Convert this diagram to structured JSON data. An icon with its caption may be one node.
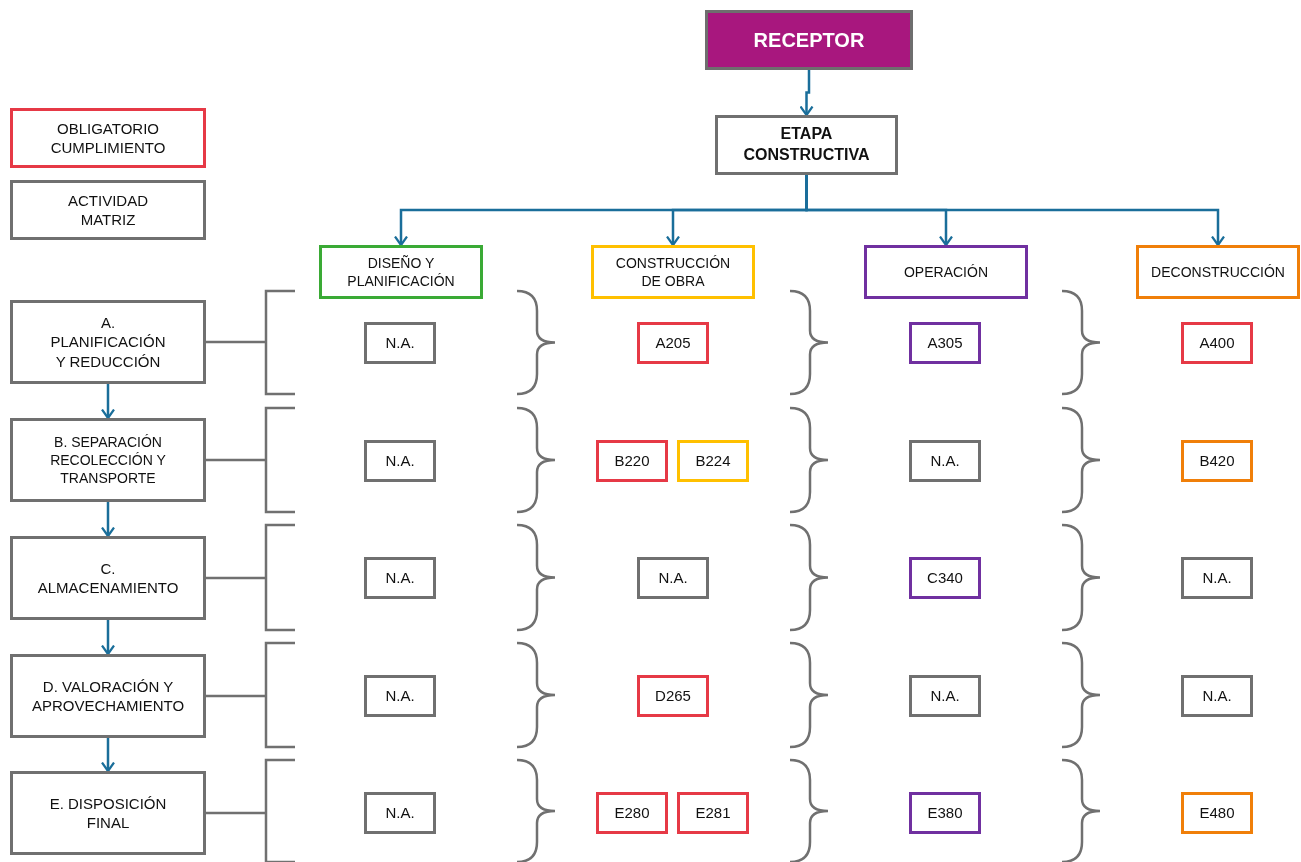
{
  "diagram": {
    "nodes": [
      {
        "text": [
          "RECEPTOR"
        ]
      },
      {
        "text": [
          "ETAPA CONSTRUCTIVA"
        ]
      },
      {
        "text": [
          "DISEÑO Y PLANIFICACIÓN"
        ]
      },
      {
        "text": [
          "CONSTRUCCIÓN DE OBRA"
        ]
      },
      {
        "text": [
          "OPERACIÓN"
        ]
      },
      {
        "text": [
          "DECONSTRUCCIÓN"
        ]
      },
      {
        "text": [
          "A. PLANIFICACIÓN Y REDUCCIÓN"
        ]
      },
      {
        "text": [
          "B. SEPARACIÓN RECOLECCIÓN Y TRANSPORTE"
        ]
      },
      {
        "text": [
          "C. ALMACENAMIENTO"
        ]
      },
      {
        "text": [
          "D. VALORACIÓN Y APROVECHAMIENTO"
        ]
      },
      {
        "text": [
          "E. DISPOSICIÓN FINAL"
        ]
      },
      {
        "text": [
          "N.A."
        ]
      },
      {
        "text": [
          "A205"
        ]
      },
      {
        "text": [
          "A305"
        ]
      },
      {
        "text": [
          "A400"
        ]
      },
      {
        "text": [
          "N.A."
        ]
      },
      {
        "text": [
          "B220"
        ]
      },
      {
        "text": [
          "B224"
        ]
      },
      {
        "text": [
          "N.A."
        ]
      },
      {
        "text": [
          "B420"
        ]
      },
      {
        "text": [
          "N.A."
        ]
      },
      {
        "text": [
          "N.A."
        ]
      },
      {
        "text": [
          "C340"
        ]
      },
      {
        "text": [
          "N.A."
        ]
      },
      {
        "text": [
          "N.A."
        ]
      },
      {
        "text": [
          "D265"
        ]
      },
      {
        "text": [
          "N.A."
        ]
      },
      {
        "text": [
          "N.A."
        ]
      },
      {
        "text": [
          "N.A."
        ]
      },
      {
        "text": [
          "E280"
        ]
      },
      {
        "text": [
          "E281"
        ]
      },
      {
        "text": [
          "E380"
        ]
      },
      {
        "text": [
          "E480"
        ]
      }
    ],
    "edges": [
      {
        "from": 0,
        "to": 1,
        "arrow": "to"
      },
      {
        "from": 1,
        "to": 2,
        "arrow": "to"
      },
      {
        "from": 1,
        "to": 3,
        "arrow": "to"
      },
      {
        "from": 1,
        "to": 4,
        "arrow": "to"
      },
      {
        "from": 1,
        "to": 5,
        "arrow": "to"
      },
      {
        "from": 6,
        "to": 7,
        "arrow": "to"
      },
      {
        "from": 7,
        "to": 8,
        "arrow": "to"
      },
      {
        "from": 8,
        "to": 9,
        "arrow": "to"
      },
      {
        "from": 9,
        "to": 10,
        "arrow": "to"
      }
    ],
    "legend": [
      {
        "text": "OBLIGATORIO CUMPLIMIENTO",
        "color": "#e63946"
      },
      {
        "text": "ACTIVIDAD MATRIZ",
        "color": "#707070"
      }
    ]
  }
}
